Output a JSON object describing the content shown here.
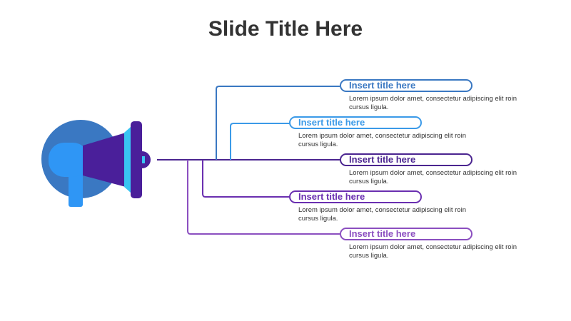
{
  "slide": {
    "title": "Slide Title Here"
  },
  "items": [
    {
      "title": "Insert title here",
      "text": "Lorem ipsum dolor amet, consectetur adipiscing elit roin cursus ligula.",
      "color": "#3a78c2"
    },
    {
      "title": "Insert title here",
      "text": "Lorem ipsum dolor amet, consectetur adipiscing elit roin cursus ligula.",
      "color": "#3b9ae8"
    },
    {
      "title": "Insert title here",
      "text": "Lorem ipsum dolor amet, consectetur adipiscing elit roin cursus ligula.",
      "color": "#4b2590"
    },
    {
      "title": "Insert title here",
      "text": "Lorem ipsum dolor amet, consectetur adipiscing elit roin cursus ligula.",
      "color": "#6a2fb0"
    },
    {
      "title": "Insert title here",
      "text": "Lorem ipsum dolor amet, consectetur adipiscing elit roin cursus ligula.",
      "color": "#8b4fc0"
    }
  ],
  "icon": {
    "name": "megaphone-icon",
    "colors": {
      "circle": "#3a78c2",
      "handle": "#2f96f5",
      "cone": "#4a1f9a",
      "accent": "#39c5f2"
    }
  }
}
